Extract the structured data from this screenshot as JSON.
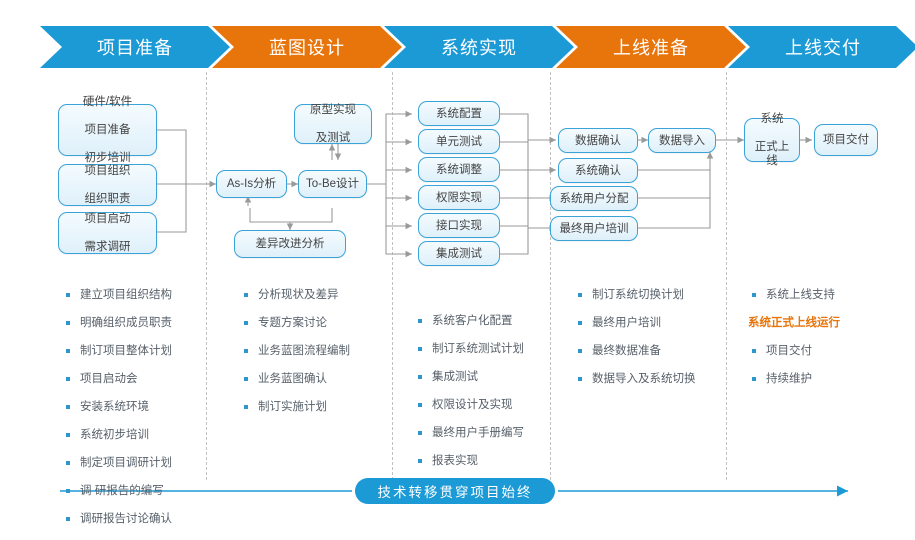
{
  "header": {
    "phases": [
      {
        "label": "项目准备",
        "color": "#1b9ad6"
      },
      {
        "label": "蓝图设计",
        "color": "#e8750c"
      },
      {
        "label": "系统实现",
        "color": "#1b9ad6"
      },
      {
        "label": "上线准备",
        "color": "#e8750c"
      },
      {
        "label": "上线交付",
        "color": "#1b9ad6"
      }
    ]
  },
  "columns": [
    {
      "id": "prepare",
      "nodes": [
        {
          "lines": [
            "硬件/软件",
            "项目准备",
            "初步培训"
          ]
        },
        {
          "lines": [
            "项目组织",
            "组织职责"
          ]
        },
        {
          "lines": [
            "项目启动",
            "需求调研"
          ]
        }
      ],
      "bullets": [
        "建立项目组织结构",
        "明确组织成员职责",
        "制订项目整体计划",
        "项目启动会",
        "安装系统环境",
        "系统初步培训",
        "制定项目调研计划",
        "调 研报告的编写",
        "调研报告讨论确认"
      ]
    },
    {
      "id": "blueprint",
      "nodes": [
        {
          "lines": [
            "原型实现",
            "及测试"
          ]
        },
        {
          "lines": [
            "As-Is分析"
          ]
        },
        {
          "lines": [
            "To-Be设计"
          ]
        },
        {
          "lines": [
            "差异改进分析"
          ]
        }
      ],
      "bullets": [
        "分析现状及差异",
        "专题方案讨论",
        "业务蓝图流程编制",
        "业务蓝图确认",
        "制订实施计划"
      ]
    },
    {
      "id": "realize",
      "nodes": [
        {
          "lines": [
            "系统配置"
          ]
        },
        {
          "lines": [
            "单元测试"
          ]
        },
        {
          "lines": [
            "系统调整"
          ]
        },
        {
          "lines": [
            "权限实现"
          ]
        },
        {
          "lines": [
            "接口实现"
          ]
        },
        {
          "lines": [
            "集成测试"
          ]
        }
      ],
      "bullets": [
        "系统客户化配置",
        "制订系统测试计划",
        "集成测试",
        "权限设计及实现",
        "最终用户手册编写",
        "报表实现"
      ]
    },
    {
      "id": "golive-prep",
      "nodes": [
        {
          "lines": [
            "数据确认"
          ]
        },
        {
          "lines": [
            "系统确认"
          ]
        },
        {
          "lines": [
            "系统用户分配"
          ]
        },
        {
          "lines": [
            "最终用户培训"
          ]
        },
        {
          "lines": [
            "数据导入"
          ]
        }
      ],
      "bullets": [
        "制订系统切换计划",
        "最终用户培训",
        "最终数据准备",
        "数据导入及系统切换"
      ]
    },
    {
      "id": "delivery",
      "nodes": [
        {
          "lines": [
            "系统",
            "正式上线"
          ]
        },
        {
          "lines": [
            "项目交付"
          ]
        }
      ],
      "bullets": [
        "系统上线支持",
        "系统正式上线运行",
        "项目交付",
        "持续维护"
      ],
      "highlight_index": 1
    }
  ],
  "footer": {
    "banner_label": "技术转移贯穿项目始终"
  }
}
